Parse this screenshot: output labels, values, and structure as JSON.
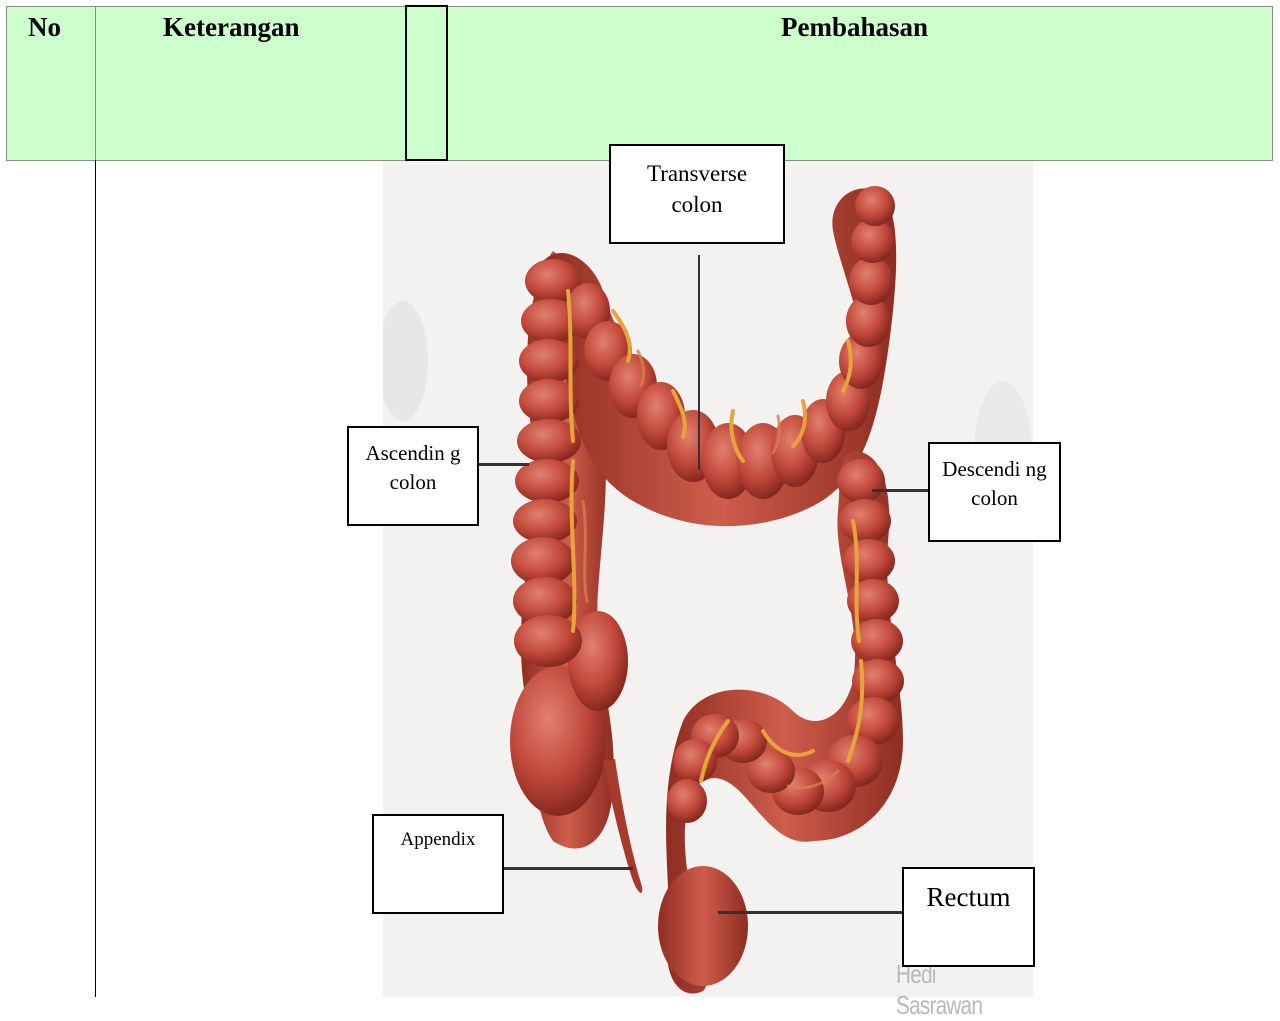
{
  "table": {
    "headers": {
      "no": "No",
      "keterangan": "Keterangan",
      "pembahasan": "Pembahasan"
    },
    "header_bg": "#ccffcc"
  },
  "figure": {
    "labels": {
      "transverse_colon": "Transverse colon",
      "ascending_colon": "Ascendin g colon",
      "descending_colon": "Descendi ng colon",
      "appendix": "Appendix",
      "rectum": "Rectum"
    },
    "watermark": "Hedi Sasrawan",
    "colon_color": "#c24a3c",
    "vessel_color": "#e6a43a"
  }
}
